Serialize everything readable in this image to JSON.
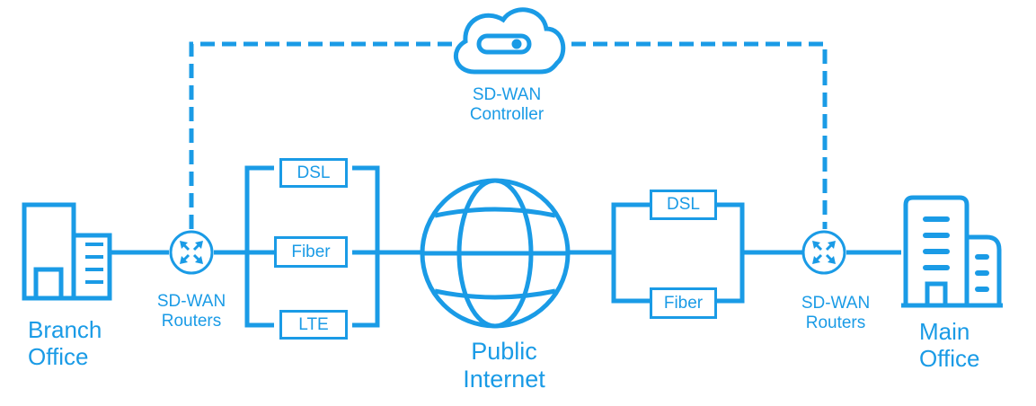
{
  "accent": "#1a9be6",
  "controller": {
    "label_line1": "SD-WAN",
    "label_line2": "Controller",
    "icon": "cloud-server-icon"
  },
  "branch": {
    "office_line1": "Branch",
    "office_line2": "Office",
    "office_icon": "branch-building-icon",
    "router_line1": "SD-WAN",
    "router_line2": "Routers",
    "router_icon": "router-icon",
    "links": [
      "DSL",
      "Fiber",
      "LTE"
    ]
  },
  "internet": {
    "label_line1": "Public",
    "label_line2": "Internet",
    "icon": "globe-icon"
  },
  "main": {
    "office_line1": "Main",
    "office_line2": "Office",
    "office_icon": "main-building-icon",
    "router_line1": "SD-WAN",
    "router_line2": "Routers",
    "router_icon": "router-icon",
    "links": [
      "DSL",
      "Fiber"
    ]
  }
}
